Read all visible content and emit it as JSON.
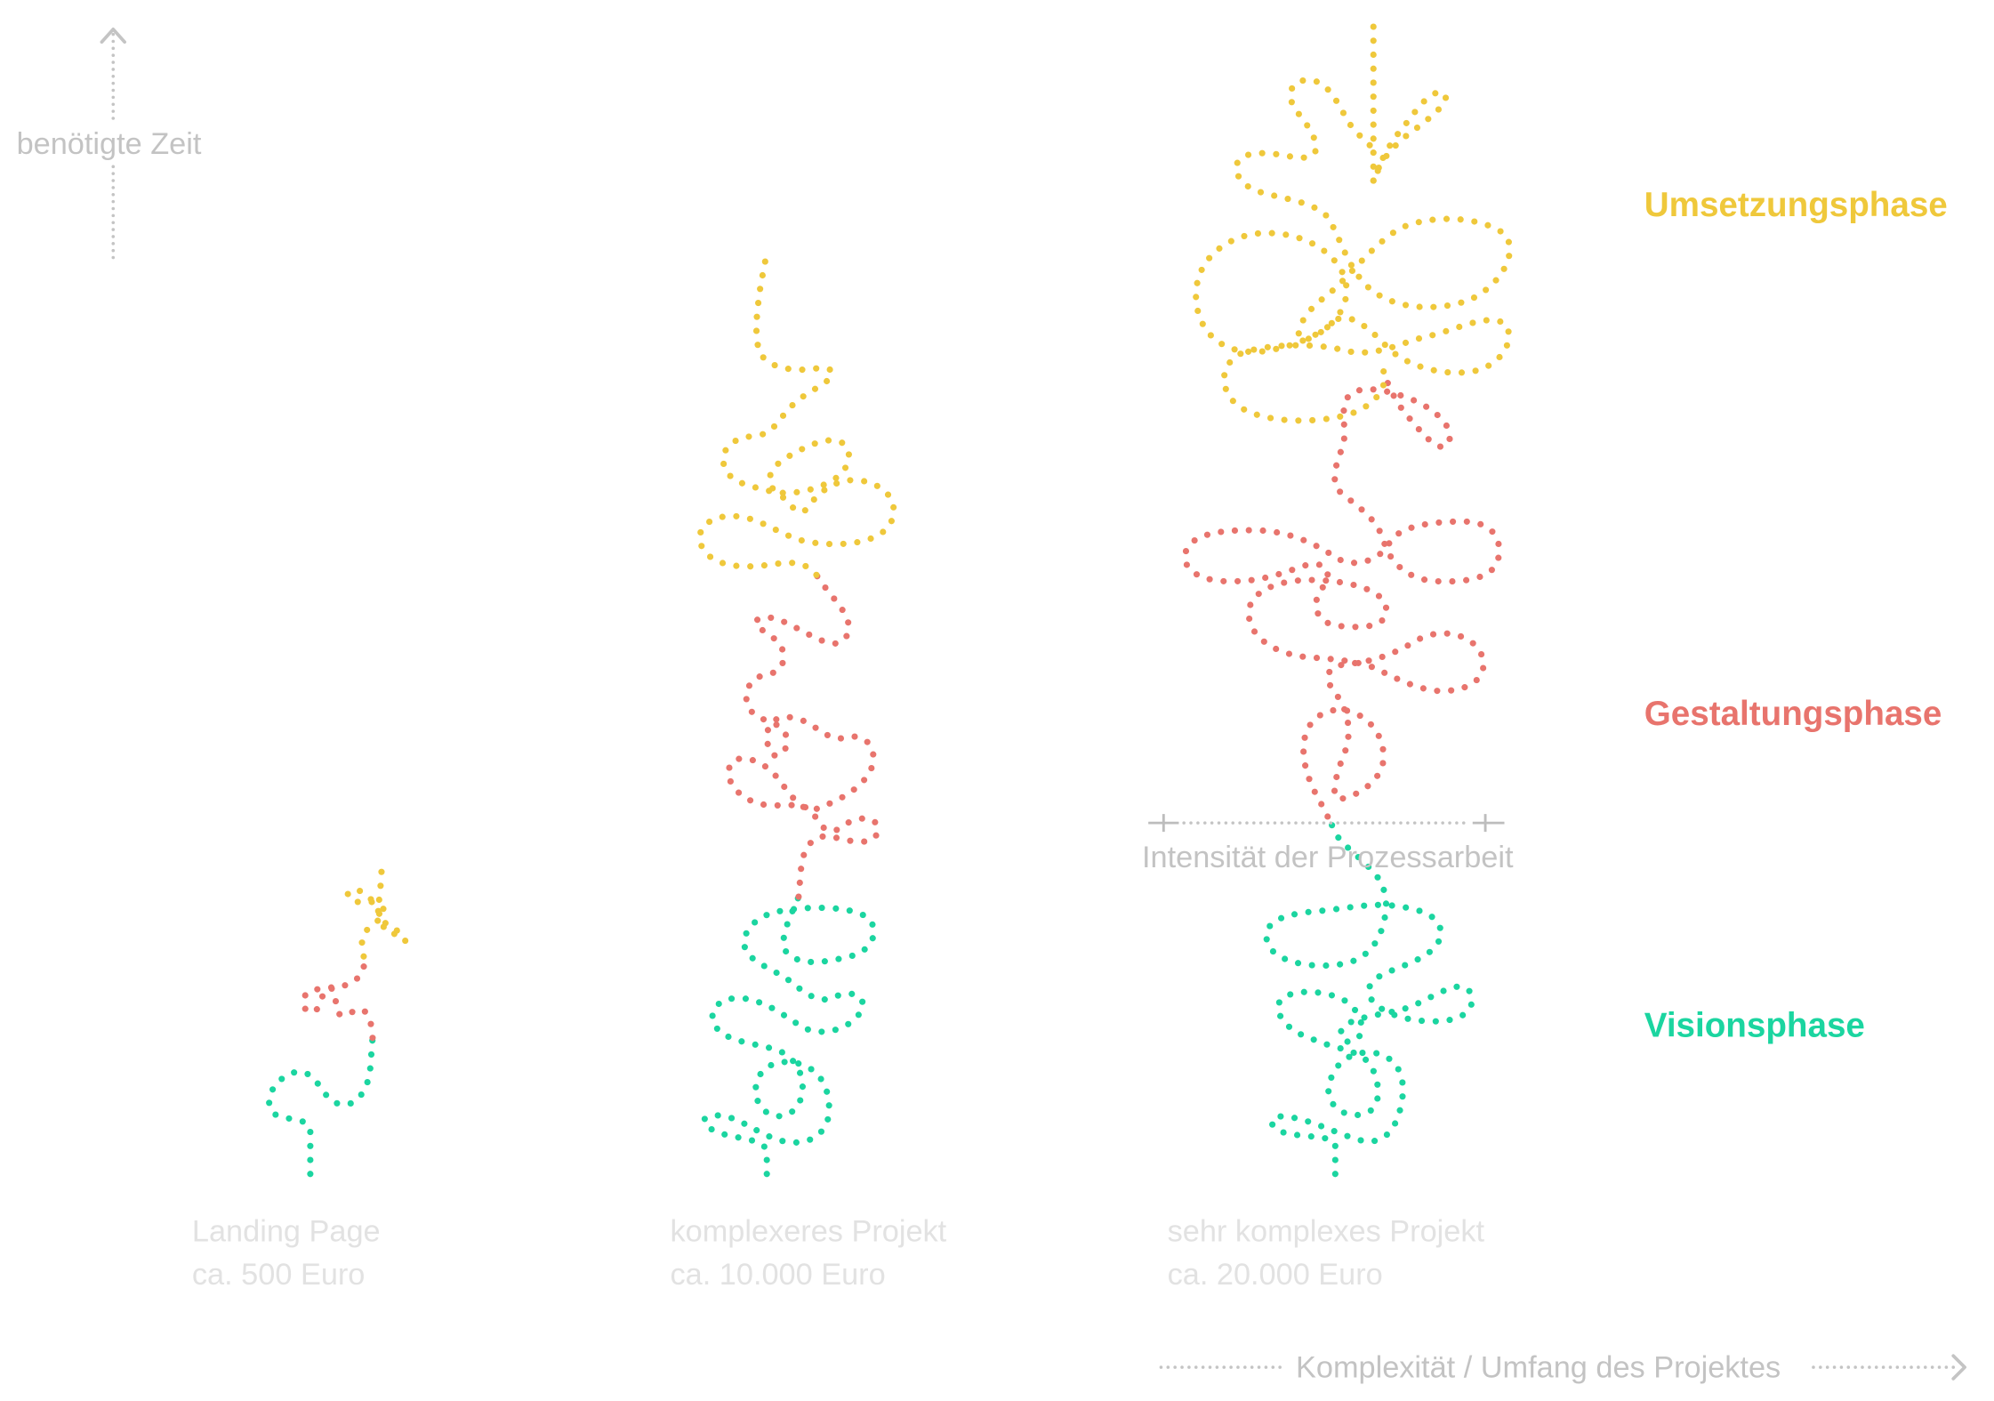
{
  "y_axis": {
    "label": "benötigte Zeit",
    "arrow_icon": "arrow-up-icon"
  },
  "x_axis": {
    "label": "Komplexität / Umfang des Projektes",
    "arrow_icon": "arrow-right-icon"
  },
  "intensity_scale": {
    "label": "Intensität der Prozessarbeit"
  },
  "phases": [
    {
      "name": "Umsetzungsphase",
      "color": "#efc83b"
    },
    {
      "name": "Gestaltungsphase",
      "color": "#e8746d"
    },
    {
      "name": "Visionsphase",
      "color": "#1bd5a0"
    }
  ],
  "projects": [
    {
      "title": "Landing Page",
      "price": "ca. 500 Euro"
    },
    {
      "title": "komplexeres Projekt",
      "price": "ca. 10.000 Euro"
    },
    {
      "title": "sehr komplexes Projekt",
      "price": "ca. 20.000 Euro"
    }
  ],
  "colors": {
    "axis": "#c4c4c4",
    "axis_text": "#c3c3c3",
    "project_label": "#e2e2e2",
    "background": "#ffffff"
  }
}
